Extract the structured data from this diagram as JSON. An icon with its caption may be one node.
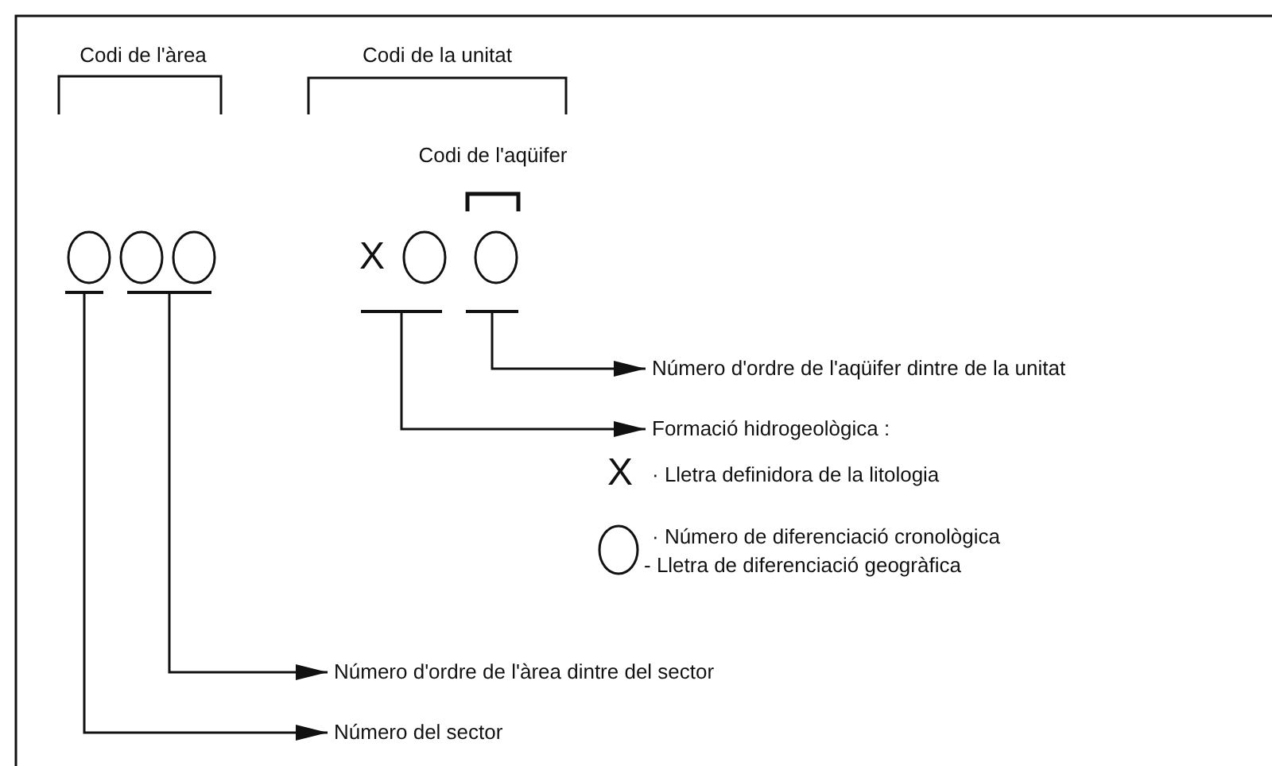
{
  "diagram": {
    "nodes": [
      {
        "text": [],
        "shape": "bar"
      },
      {
        "text": [],
        "shape": "bar"
      },
      {
        "text": [],
        "shape": "bar"
      },
      {
        "text": [],
        "shape": "bar"
      },
      {
        "text": [
          "Número del sector"
        ]
      },
      {
        "text": [
          "Número d'ordre de l'àrea dintre del sector"
        ]
      },
      {
        "text": [
          "Formació hidrogeològica :"
        ]
      },
      {
        "text": [
          "Número d'ordre de l'aqüifer dintre de la unitat"
        ]
      }
    ],
    "edges": [
      {
        "from": 0,
        "to": 4,
        "arrow": "to"
      },
      {
        "from": 1,
        "to": 5,
        "arrow": "to"
      },
      {
        "from": 2,
        "to": 6,
        "arrow": "to"
      },
      {
        "from": 3,
        "to": 7,
        "arrow": "to"
      }
    ],
    "labels": [
      "Codi de l'àrea",
      "Codi de la unitat",
      "Codi de l'aqüifer",
      "X",
      "X",
      "· Lletra definidora de la litologia",
      "· Número de diferenciació cronològica",
      "- Lletra de diferenciació geogràfica"
    ]
  }
}
